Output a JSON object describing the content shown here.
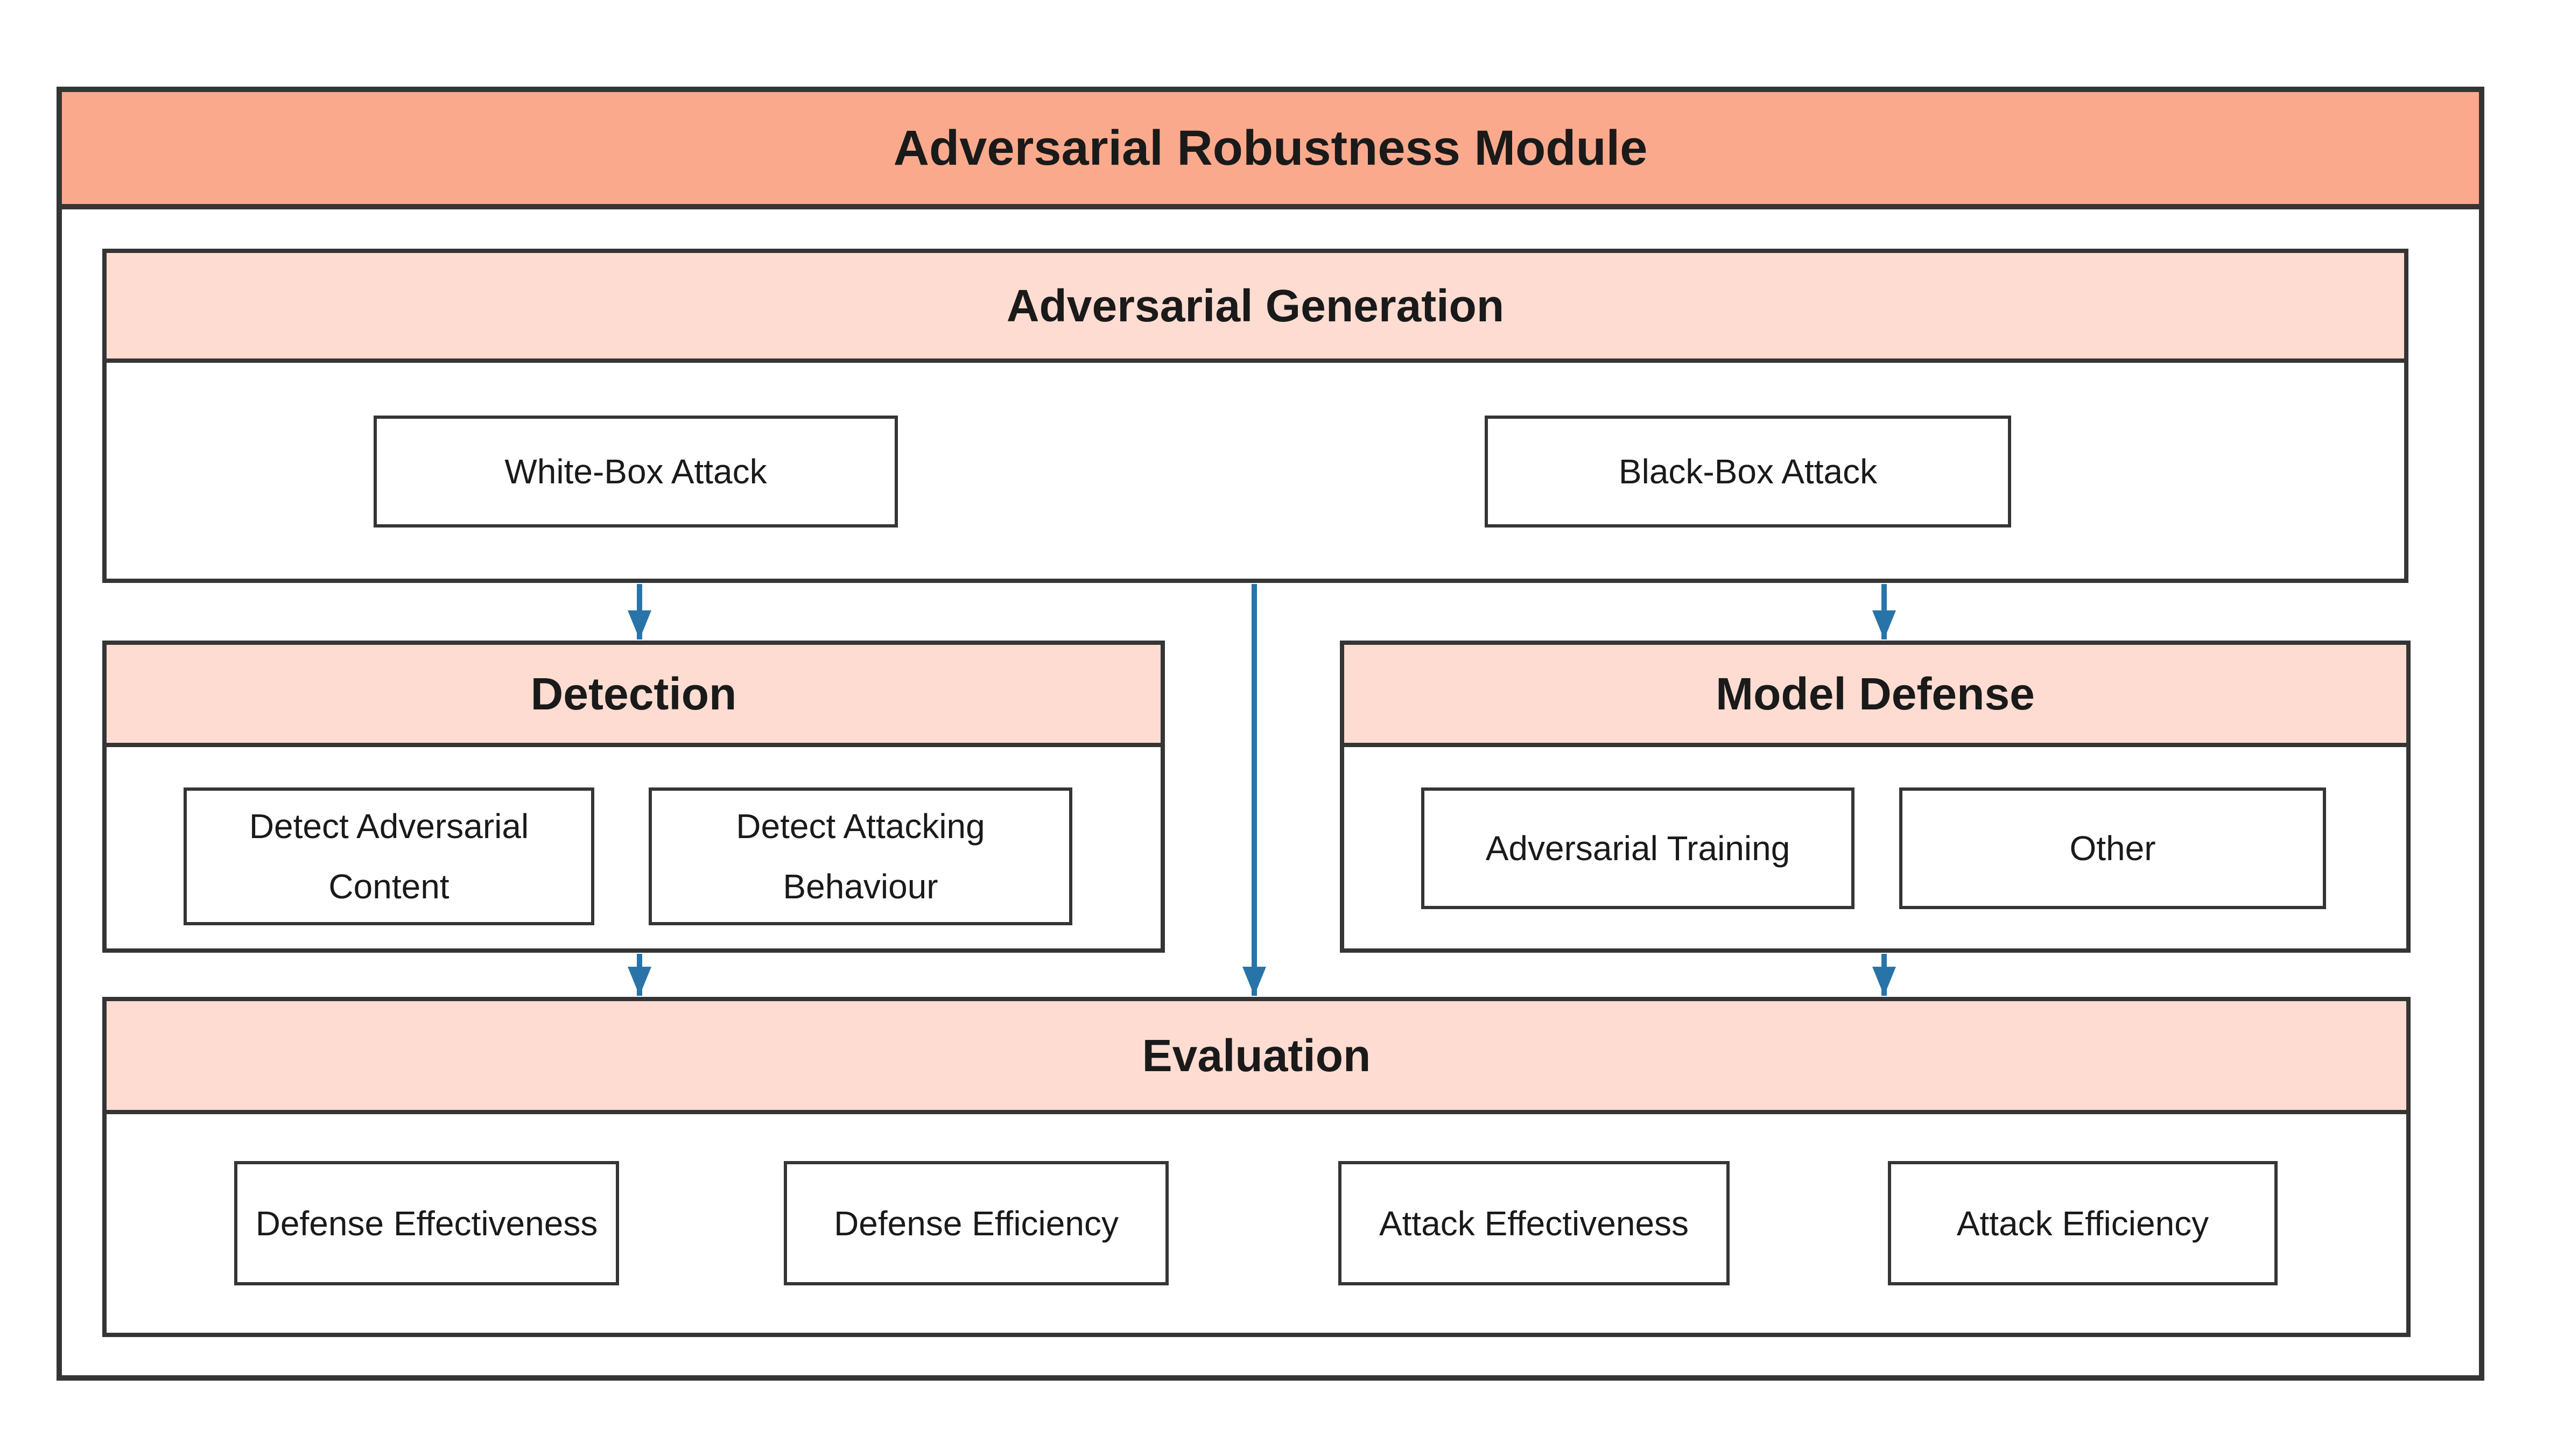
{
  "colors": {
    "title_bg": "#FBA98C",
    "header_bg": "#FEDCD1",
    "border": "#353535",
    "arrow": "#2874A8",
    "text": "#1A1A1A"
  },
  "module": {
    "title": "Adversarial Robustness Module",
    "generation": {
      "title": "Adversarial Generation",
      "items": [
        "White-Box Attack",
        "Black-Box Attack"
      ]
    },
    "detection": {
      "title": "Detection",
      "items": [
        "Detect Adversarial Content",
        "Detect Attacking Behaviour"
      ]
    },
    "model_defense": {
      "title": "Model Defense",
      "items": [
        "Adversarial Training",
        "Other"
      ]
    },
    "evaluation": {
      "title": "Evaluation",
      "items": [
        "Defense Effectiveness",
        "Defense Efficiency",
        "Attack Effectiveness",
        "Attack Efficiency"
      ]
    }
  }
}
